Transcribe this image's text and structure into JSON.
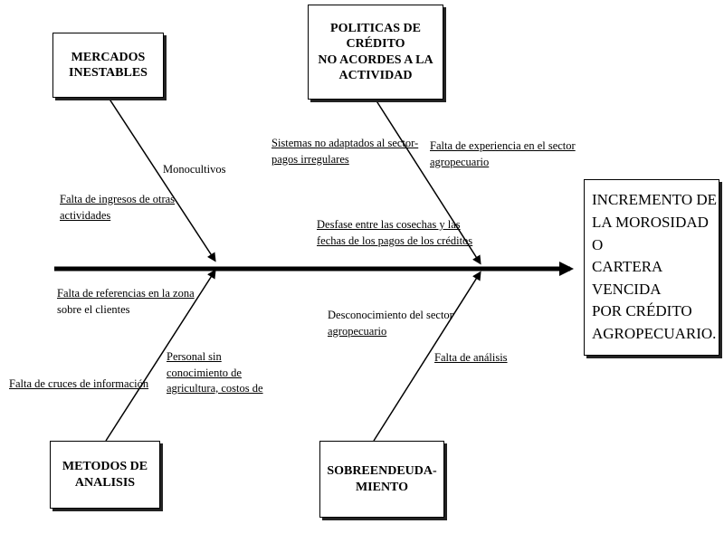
{
  "diagram": {
    "effect": {
      "lines": [
        "INCREMENTO DE",
        "LA MOROSIDAD O",
        "CARTERA VENCIDA",
        "POR CRÉDITO",
        "AGROPECUARIO."
      ]
    },
    "causes": {
      "mercados": {
        "lines": [
          "MERCADOS",
          "INESTABLES"
        ]
      },
      "politicas": {
        "lines": [
          "POLITICAS DE CRÉDITO",
          "NO ACORDES A LA",
          "ACTIVIDAD"
        ]
      },
      "metodos": {
        "lines": [
          "METODOS DE",
          "ANALISIS"
        ]
      },
      "sobreendeuda": {
        "lines": [
          "SOBREENDEUDA-",
          "MIENTO"
        ]
      }
    },
    "labels": {
      "monocultivos": [
        "Monocultivos"
      ],
      "falta_ingresos": [
        "Falta de ingresos de otras",
        "actividades"
      ],
      "sistemas": [
        "Sistemas no adaptados al sector-",
        "pagos irregulares"
      ],
      "falta_experiencia": [
        "Falta de experiencia en el sector",
        "agropecuario"
      ],
      "desfase": [
        "Desfase entre las cosechas y las",
        "fechas de los pagos de los créditos"
      ],
      "falta_referencias": [
        "Falta de referencias en la zona",
        "sobre el clientes"
      ],
      "desconocimiento": [
        "Desconocimiento del sector",
        "agropecuario"
      ],
      "falta_cruces": [
        "Falta de cruces de información"
      ],
      "personal": [
        "Personal sin",
        "conocimiento de",
        "agricultura, costos de"
      ],
      "falta_analisis": [
        "Falta de análisis"
      ]
    }
  }
}
